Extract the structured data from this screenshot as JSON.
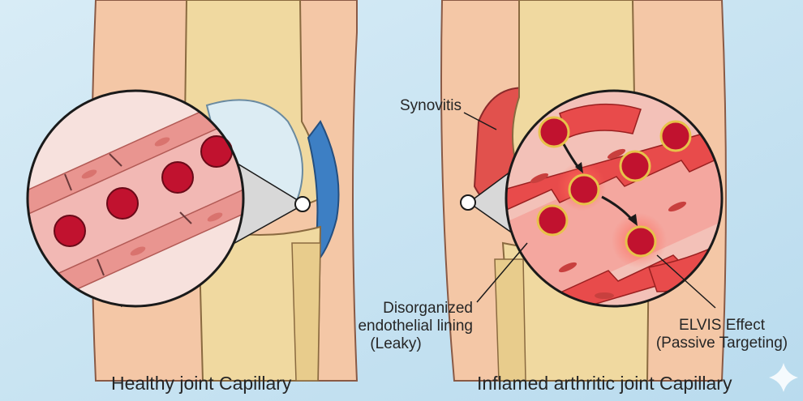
{
  "panels": {
    "left": {
      "caption": "Healthy joint Capillary"
    },
    "right": {
      "caption": "Inflamed arthritic joint Capillary"
    }
  },
  "labels": {
    "synovitis": "Synovitis",
    "endothelial": [
      "Disorganized",
      "endothelial lining",
      "(Leaky)"
    ],
    "elvis": [
      "ELVIS Effect",
      "(Passive Targeting)"
    ]
  },
  "colors": {
    "background": "#cfe6f2",
    "skin": "#f4c7a6",
    "bone": "#f0d9a0",
    "capillary_healthy": "#f2b8b4",
    "capillary_inflamed": "#e84b4b",
    "blood_cell": "#c1122f",
    "cartilage_blue": "#3d7fc4"
  }
}
